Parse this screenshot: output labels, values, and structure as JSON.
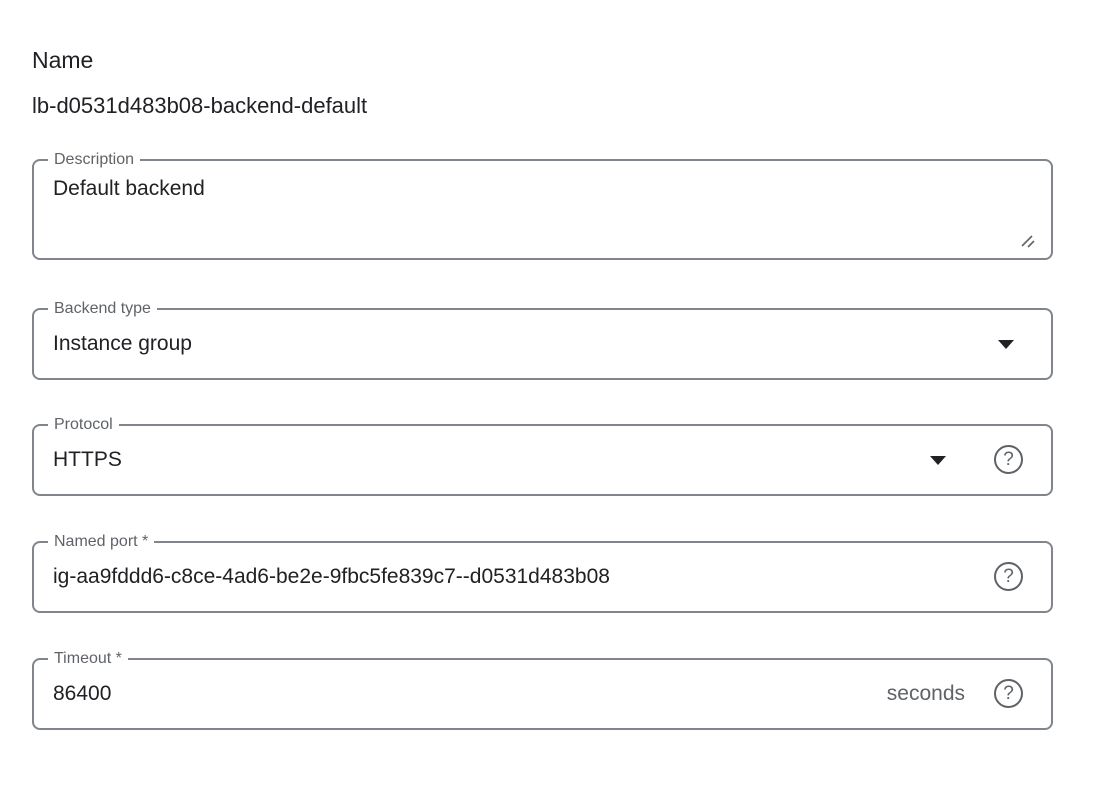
{
  "colors": {
    "background": "#ffffff",
    "border": "#80868b",
    "label": "#5f6368",
    "value_text": "#202124",
    "suffix_text": "#5f6368",
    "help_icon": "#5f6368",
    "caret": "#202124"
  },
  "name_display": {
    "label": "Name",
    "value": "lb-d0531d483b08-backend-default"
  },
  "fields": {
    "description": {
      "label": "Description",
      "value": "Default backend"
    },
    "backend_type": {
      "label": "Backend type",
      "value": "Instance group"
    },
    "protocol": {
      "label": "Protocol",
      "value": "HTTPS"
    },
    "named_port": {
      "label": "Named port *",
      "value": "ig-aa9fddd6-c8ce-4ad6-be2e-9fbc5fe839c7--d0531d483b08"
    },
    "timeout": {
      "label": "Timeout *",
      "value": "86400",
      "suffix": "seconds"
    }
  },
  "icons": {
    "help_glyph": "?"
  }
}
